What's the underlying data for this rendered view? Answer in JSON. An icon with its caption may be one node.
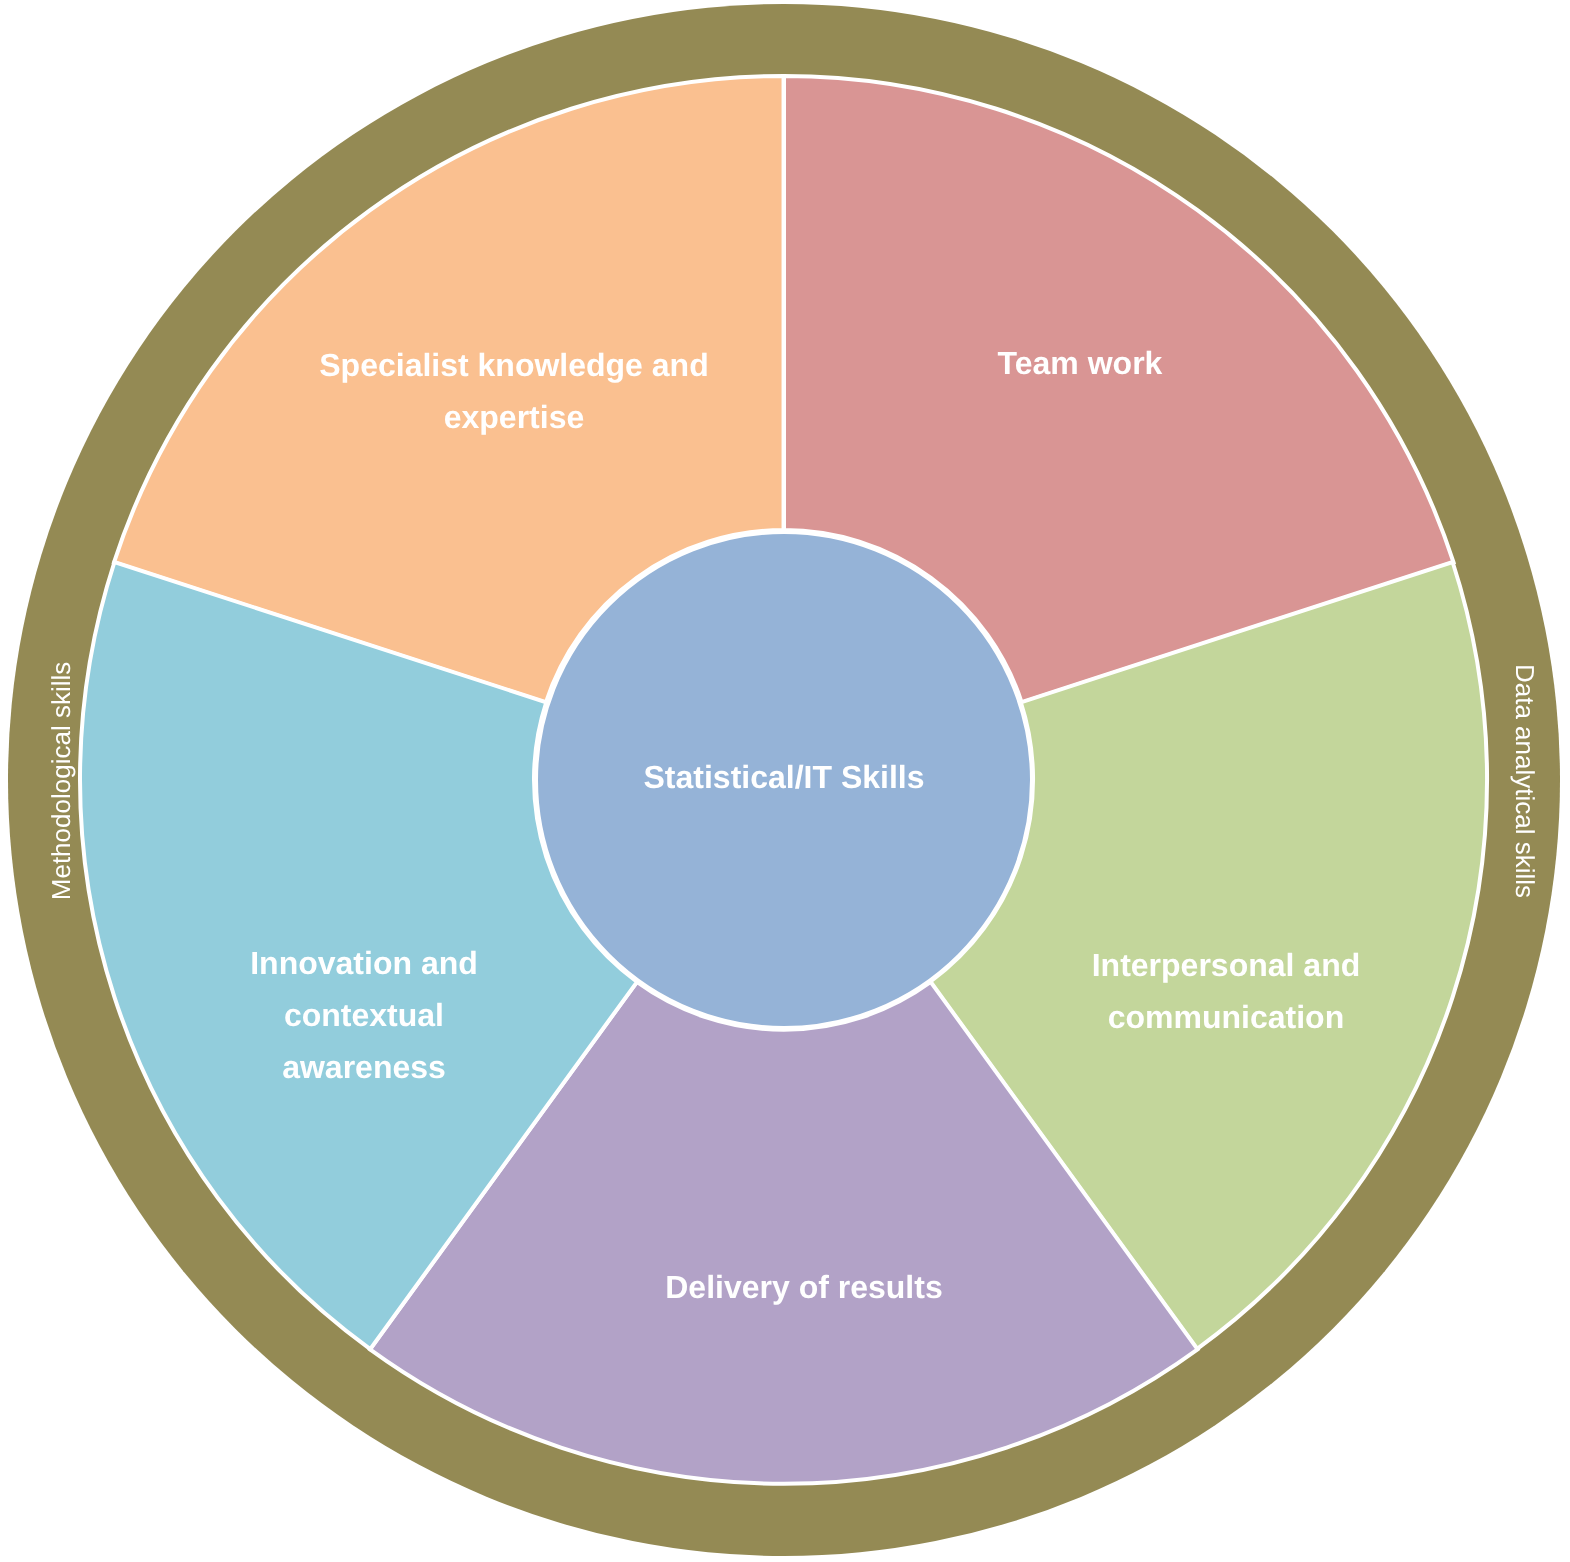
{
  "diagram": {
    "nodes": [
      {
        "text": [
          "Methodological skills",
          "Data analytical skills"
        ]
      },
      {
        "text": [
          "Specialist knowledge and expertise"
        ],
        "in": 0
      },
      {
        "text": [
          "Team work"
        ],
        "in": 0
      },
      {
        "text": [
          "Interpersonal and communication"
        ],
        "in": 0
      },
      {
        "text": [
          "Delivery of results"
        ],
        "in": 0
      },
      {
        "text": [
          "Innovation and contextual awareness"
        ],
        "in": 0
      },
      {
        "text": [
          "Statistical/IT Skills"
        ],
        "in": 0
      }
    ]
  }
}
